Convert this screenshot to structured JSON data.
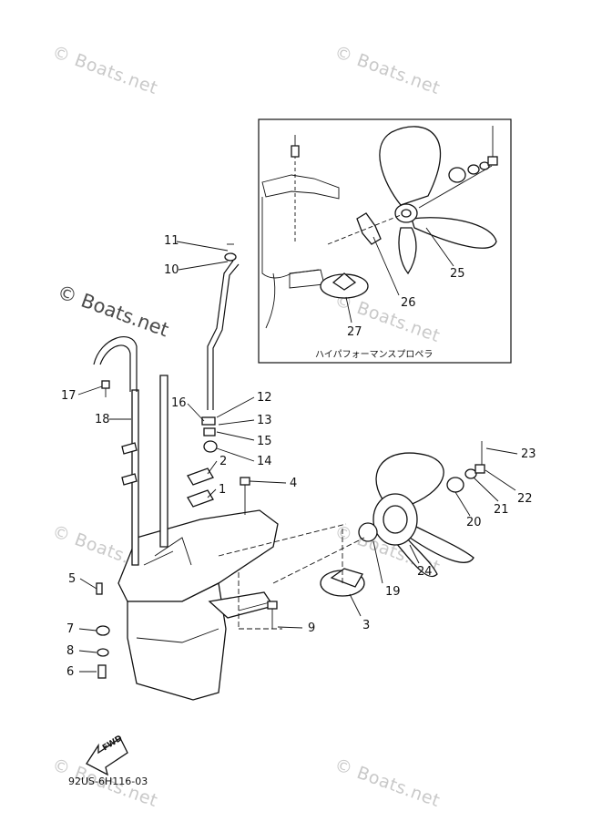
{
  "watermark": {
    "text": "© Boats.net"
  },
  "inset": {
    "caption": "ハイパフォーマンスプロペラ"
  },
  "drawing_code": "92US-6H116-03",
  "fwd_label": "FWD",
  "callouts": {
    "c1": "1",
    "c2": "2",
    "c3": "3",
    "c4": "4",
    "c5": "5",
    "c6": "6",
    "c7": "7",
    "c8": "8",
    "c9": "9",
    "c10": "10",
    "c11": "11",
    "c12": "12",
    "c13": "13",
    "c14": "14",
    "c15": "15",
    "c16": "16",
    "c17": "17",
    "c18": "18",
    "c19": "19",
    "c20": "20",
    "c21": "21",
    "c22": "22",
    "c23": "23",
    "c24": "24",
    "c25": "25",
    "c26": "26",
    "c27": "27"
  }
}
